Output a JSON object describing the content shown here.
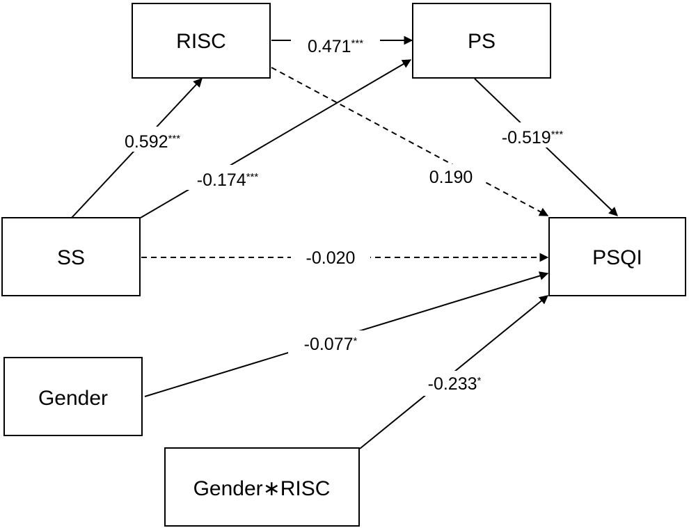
{
  "nodes": {
    "risc": {
      "label": "RISC"
    },
    "ps": {
      "label": "PS"
    },
    "ss": {
      "label": "SS"
    },
    "psqi": {
      "label": "PSQI"
    },
    "gender": {
      "label": "Gender"
    },
    "gender_risc": {
      "label": "Gender∗RISC"
    }
  },
  "paths": [
    {
      "from": "RISC",
      "to": "PS",
      "coef": "0.471",
      "sig": "***",
      "style": "solid"
    },
    {
      "from": "SS",
      "to": "RISC",
      "coef": "0.592",
      "sig": "***",
      "style": "solid"
    },
    {
      "from": "SS",
      "to": "PS",
      "coef": "-0.174",
      "sig": "***",
      "style": "solid"
    },
    {
      "from": "PS",
      "to": "PSQI",
      "coef": "-0.519",
      "sig": "***",
      "style": "solid"
    },
    {
      "from": "RISC",
      "to": "PSQI",
      "coef": "0.190",
      "sig": "",
      "style": "dashed"
    },
    {
      "from": "SS",
      "to": "PSQI",
      "coef": "-0.020",
      "sig": "",
      "style": "dashed"
    },
    {
      "from": "Gender",
      "to": "PSQI",
      "coef": "-0.077",
      "sig": "*",
      "style": "solid"
    },
    {
      "from": "Gender∗RISC",
      "to": "PSQI",
      "coef": "-0.233",
      "sig": "*",
      "style": "solid"
    }
  ]
}
